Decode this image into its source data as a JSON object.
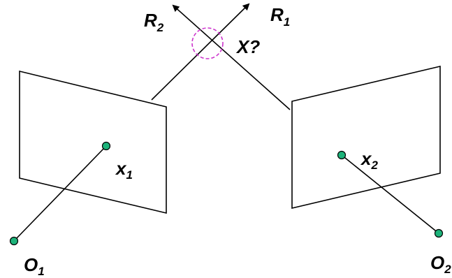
{
  "diagram": {
    "labels": {
      "r2": {
        "main": "R",
        "sub": "2"
      },
      "r1": {
        "main": "R",
        "sub": "1"
      },
      "x_unknown": "X?",
      "x1": {
        "main": "x",
        "sub": "1"
      },
      "x2": {
        "main": "x",
        "sub": "2"
      },
      "o1": {
        "main": "O",
        "sub": "1"
      },
      "o2": {
        "main": "O",
        "sub": "2"
      }
    },
    "colors": {
      "line": "#000000",
      "point_fill": "#1db37a",
      "circle_stroke": "#cc33cc",
      "background": "#ffffff"
    }
  }
}
